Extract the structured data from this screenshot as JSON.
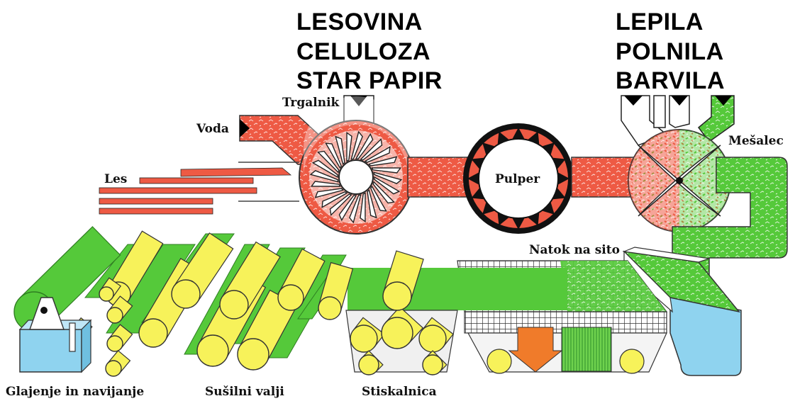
{
  "headings": {
    "materials": [
      "LESOVINA",
      "CELULOZA",
      "STAR PAPIR"
    ],
    "additives": [
      "LEPILA",
      "POLNILA",
      "BARVILA"
    ]
  },
  "labels": {
    "trgalnik": "Trgalnik",
    "voda": "Voda",
    "les": "Les",
    "pulper": "Pulper",
    "mesalec": "Mešalec",
    "natok": "Natok na sito",
    "glajenje": "Glajenje in navijanje",
    "susilni": "Sušilni valji",
    "stiskalnica": "Stiskalnica"
  },
  "colors": {
    "pulp_red": "#ee5a44",
    "fiber_green": "#55c93a",
    "roller_yellow": "#f7f25a",
    "tank_blue": "#8fd3ef"
  }
}
